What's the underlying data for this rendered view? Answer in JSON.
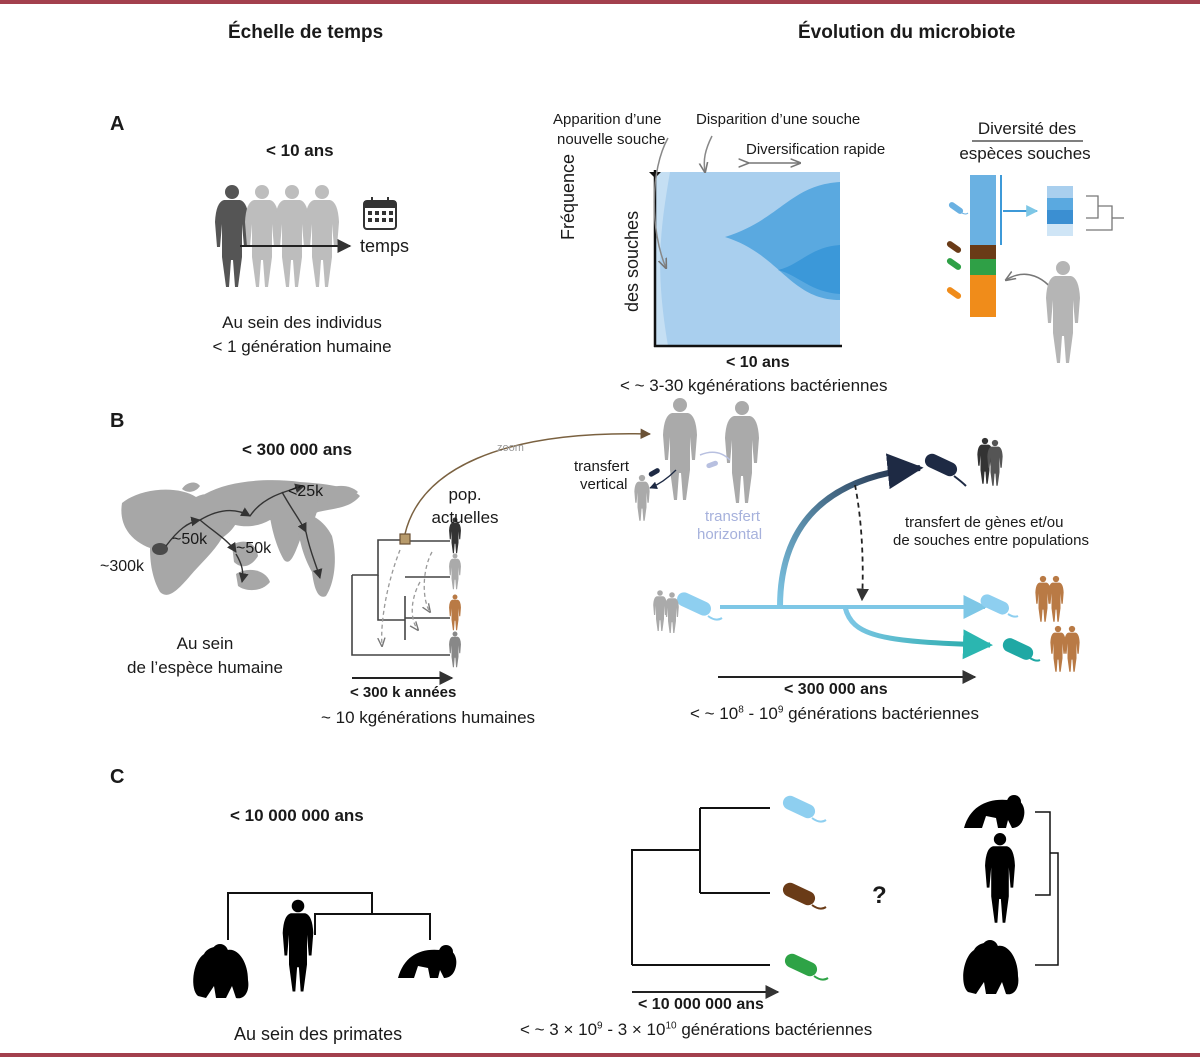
{
  "headers": {
    "left": "Échelle de temps",
    "right": "Évolution du microbiote"
  },
  "panel_a": {
    "label": "A",
    "timescale": "< 10 ans",
    "time_word": "temps",
    "caption_line1": "Au sein des individus",
    "caption_line2": "< 1 génération humaine",
    "chart_ylabel_line1": "Fréquence",
    "chart_ylabel_line2": "des souches",
    "annot_new_line1": "Apparition d’une",
    "annot_new_line2": "nouvelle souche",
    "annot_loss": "Disparition d’une souche",
    "annot_div": "Diversification rapide",
    "chart_xlabel": "< 10 ans",
    "chart_gen": "< ~ 3-30 kgénérations bactériennes",
    "diversity_line1": "Diversité des",
    "diversity_line2": "espèces souches"
  },
  "panel_b": {
    "label": "B",
    "timescale": "< 300 000 ans",
    "map_labels": [
      "~300k",
      "~50k",
      "~50k",
      "<25k"
    ],
    "caption_line1": "Au sein",
    "caption_line2": "de l’espèce humaine",
    "pop_line1": "pop.",
    "pop_line2": "actuelles",
    "zoom": "zoom",
    "tree_axis": "< 300 k années",
    "tree_gen": "~ 10 kgénérations humaines",
    "vertical_line1": "transfert",
    "vertical_line2": "vertical",
    "horizontal_line1": "transfert",
    "horizontal_line2": "horizontal",
    "transfer_line1": "transfert de gènes et/ou",
    "transfer_line2": "de souches entre populations",
    "axis_label": "< 300 000 ans",
    "gen_prefix": "< ~ 10",
    "gen_exp1": "8",
    "gen_mid": " - 10",
    "gen_exp2": "9",
    "gen_suffix": " générations bactériennes"
  },
  "panel_c": {
    "label": "C",
    "timescale": "< 10 000 000 ans",
    "caption": "Au sein des primates",
    "question": "?",
    "axis_label": "< 10 000 000 ans",
    "gen_prefix": "< ~  3 × 10",
    "gen_exp1": "9",
    "gen_mid": " - 3 × 10",
    "gen_exp2": "10",
    "gen_suffix": " générations bactériennes"
  },
  "colors": {
    "frame": "#a3404d",
    "strain_light": "#b9d8ef",
    "strain_mid": "#7fb8e3",
    "strain_dark": "#3d99d8",
    "bacteria_light_blue": "#8ecff0",
    "bacteria_brown": "#7a4a22",
    "bacteria_green": "#2ea346",
    "bacteria_orange": "#f0921e",
    "bacteria_navy": "#1e2a44",
    "human_grey": "#9b9b9b",
    "brown_figure": "#b97a45"
  }
}
